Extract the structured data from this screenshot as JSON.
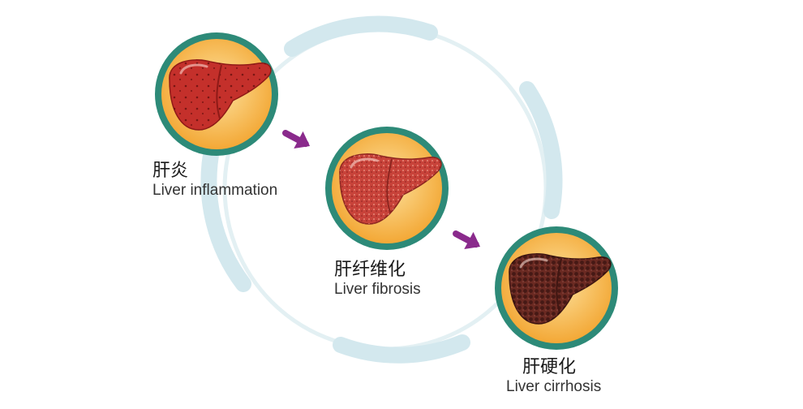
{
  "stages": [
    {
      "label_cn": "肝炎",
      "label_en": "Liver inflammation",
      "liver_color": "#c4302b",
      "liver_dark": "#8f1a17",
      "texture": "spots"
    },
    {
      "label_cn": "肝纤维化",
      "label_en": "Liver fibrosis",
      "liver_color": "#c8433a",
      "liver_dark": "#8d2620",
      "texture": "fibrous"
    },
    {
      "label_cn": "肝硬化",
      "label_en": "Liver cirrhosis",
      "liver_color": "#6b2a22",
      "liver_dark": "#3f1612",
      "texture": "nodular"
    }
  ],
  "colors": {
    "ring": "#d3e8ee",
    "ring_thin": "#e3f0f3",
    "badge_border": "#2d8a78",
    "badge_fill_outer": "#f3a836",
    "badge_fill_inner": "#fde3a0",
    "arrow": "#8a2a8c"
  },
  "icons": [
    "arrow-right-icon",
    "arrow-right-icon"
  ]
}
